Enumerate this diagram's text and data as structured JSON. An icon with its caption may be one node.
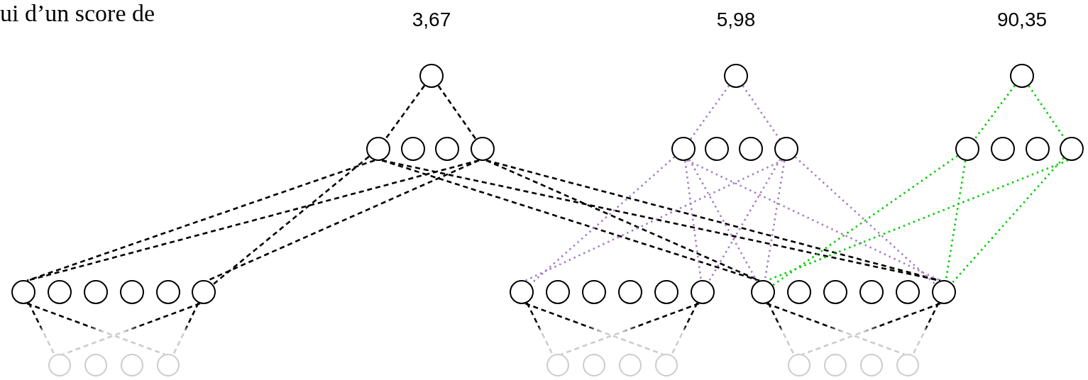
{
  "diagram": {
    "nodes": [
      {
        "text": [],
        "shape": "circle",
        "beside": [
          "3,67"
        ]
      },
      {
        "text": [],
        "shape": "circle",
        "beside": [
          "5,98"
        ]
      },
      {
        "text": [],
        "shape": "circle",
        "beside": [
          "90,35"
        ]
      },
      {
        "text": [],
        "shape": "circle"
      },
      {
        "text": [],
        "shape": "circle"
      },
      {
        "text": [],
        "shape": "circle"
      },
      {
        "text": [],
        "shape": "circle"
      },
      {
        "text": [],
        "shape": "circle"
      },
      {
        "text": [],
        "shape": "circle"
      },
      {
        "text": [],
        "shape": "circle"
      },
      {
        "text": [],
        "shape": "circle"
      },
      {
        "text": [],
        "shape": "circle"
      },
      {
        "text": [],
        "shape": "circle"
      },
      {
        "text": [],
        "shape": "circle"
      },
      {
        "text": [],
        "shape": "circle"
      },
      {
        "text": [],
        "shape": "circle"
      },
      {
        "text": [],
        "shape": "circle"
      },
      {
        "text": [],
        "shape": "circle"
      },
      {
        "text": [],
        "shape": "circle"
      },
      {
        "text": [],
        "shape": "circle"
      },
      {
        "text": [],
        "shape": "circle"
      },
      {
        "text": [],
        "shape": "circle"
      },
      {
        "text": [],
        "shape": "circle"
      },
      {
        "text": [],
        "shape": "circle"
      },
      {
        "text": [],
        "shape": "circle"
      },
      {
        "text": [],
        "shape": "circle"
      },
      {
        "text": [],
        "shape": "circle"
      },
      {
        "text": [],
        "shape": "circle"
      },
      {
        "text": [],
        "shape": "circle"
      },
      {
        "text": [],
        "shape": "circle"
      },
      {
        "text": [],
        "shape": "circle"
      },
      {
        "text": [],
        "shape": "circle"
      },
      {
        "text": [],
        "shape": "circle"
      },
      {
        "text": [],
        "shape": "circle"
      },
      {
        "text": [],
        "shape": "circle"
      },
      {
        "text": [],
        "shape": "circle"
      },
      {
        "text": [],
        "shape": "circle"
      },
      {
        "text": [],
        "shape": "circle"
      },
      {
        "text": [],
        "shape": "circle"
      },
      {
        "text": [],
        "shape": "circle"
      },
      {
        "text": [],
        "shape": "circle"
      },
      {
        "text": [],
        "shape": "circle"
      },
      {
        "text": [],
        "shape": "circle"
      },
      {
        "text": [],
        "shape": "circle"
      },
      {
        "text": [],
        "shape": "circle"
      }
    ],
    "edges": [
      {
        "from": 0,
        "to": 3,
        "arrow": "none",
        "style": "dashed"
      },
      {
        "from": 0,
        "to": 6,
        "arrow": "none",
        "style": "dashed"
      },
      {
        "from": 1,
        "to": 7,
        "arrow": "none",
        "style": "dashed",
        "color": "#a57fc0"
      },
      {
        "from": 1,
        "to": 10,
        "arrow": "none",
        "style": "dashed",
        "color": "#a57fc0"
      },
      {
        "from": 2,
        "to": 11,
        "arrow": "none",
        "style": "dashed",
        "color": "#00cc00"
      },
      {
        "from": 2,
        "to": 14,
        "arrow": "none",
        "style": "dashed",
        "color": "#00cc00"
      },
      {
        "from": 3,
        "to": 15,
        "arrow": "none",
        "style": "dashed"
      },
      {
        "from": 3,
        "to": 20,
        "arrow": "none",
        "style": "dashed"
      },
      {
        "from": 3,
        "to": 27,
        "arrow": "none",
        "style": "dashed"
      },
      {
        "from": 3,
        "to": 32,
        "arrow": "none",
        "style": "dashed"
      },
      {
        "from": 6,
        "to": 15,
        "arrow": "none",
        "style": "dashed"
      },
      {
        "from": 6,
        "to": 20,
        "arrow": "none",
        "style": "dashed"
      },
      {
        "from": 6,
        "to": 27,
        "arrow": "none",
        "style": "dashed"
      },
      {
        "from": 6,
        "to": 32,
        "arrow": "none",
        "style": "dashed"
      },
      {
        "from": 7,
        "to": 21,
        "arrow": "none",
        "style": "dashed",
        "color": "#a57fc0"
      },
      {
        "from": 7,
        "to": 26,
        "arrow": "none",
        "style": "dashed",
        "color": "#a57fc0"
      },
      {
        "from": 7,
        "to": 27,
        "arrow": "none",
        "style": "dashed",
        "color": "#a57fc0"
      },
      {
        "from": 7,
        "to": 32,
        "arrow": "none",
        "style": "dashed",
        "color": "#a57fc0"
      },
      {
        "from": 10,
        "to": 21,
        "arrow": "none",
        "style": "dashed",
        "color": "#a57fc0"
      },
      {
        "from": 10,
        "to": 26,
        "arrow": "none",
        "style": "dashed",
        "color": "#a57fc0"
      },
      {
        "from": 10,
        "to": 27,
        "arrow": "none",
        "style": "dashed",
        "color": "#a57fc0"
      },
      {
        "from": 10,
        "to": 32,
        "arrow": "none",
        "style": "dashed",
        "color": "#a57fc0"
      },
      {
        "from": 11,
        "to": 27,
        "arrow": "none",
        "style": "dashed",
        "color": "#00cc00"
      },
      {
        "from": 11,
        "to": 32,
        "arrow": "none",
        "style": "dashed",
        "color": "#00cc00"
      },
      {
        "from": 14,
        "to": 27,
        "arrow": "none",
        "style": "dashed",
        "color": "#00cc00"
      },
      {
        "from": 14,
        "to": 32,
        "arrow": "none",
        "style": "dashed",
        "color": "#00cc00"
      },
      {
        "from": 15,
        "to": 33,
        "arrow": "none",
        "style": "dashed",
        "color": "#cccccc"
      },
      {
        "from": 15,
        "to": 36,
        "arrow": "none",
        "style": "dashed",
        "color": "#cccccc"
      },
      {
        "from": 20,
        "to": 33,
        "arrow": "none",
        "style": "dashed",
        "color": "#cccccc"
      },
      {
        "from": 20,
        "to": 36,
        "arrow": "none",
        "style": "dashed",
        "color": "#cccccc"
      },
      {
        "from": 21,
        "to": 37,
        "arrow": "none",
        "style": "dashed",
        "color": "#cccccc"
      },
      {
        "from": 21,
        "to": 40,
        "arrow": "none",
        "style": "dashed",
        "color": "#cccccc"
      },
      {
        "from": 26,
        "to": 37,
        "arrow": "none",
        "style": "dashed",
        "color": "#cccccc"
      },
      {
        "from": 26,
        "to": 40,
        "arrow": "none",
        "style": "dashed",
        "color": "#cccccc"
      },
      {
        "from": 27,
        "to": 41,
        "arrow": "none",
        "style": "dashed",
        "color": "#cccccc"
      },
      {
        "from": 27,
        "to": 44,
        "arrow": "none",
        "style": "dashed",
        "color": "#cccccc"
      },
      {
        "from": 32,
        "to": 41,
        "arrow": "none",
        "style": "dashed",
        "color": "#cccccc"
      },
      {
        "from": 32,
        "to": 44,
        "arrow": "none",
        "style": "dashed",
        "color": "#cccccc"
      }
    ],
    "labels": [
      "ui d’un score de"
    ]
  }
}
